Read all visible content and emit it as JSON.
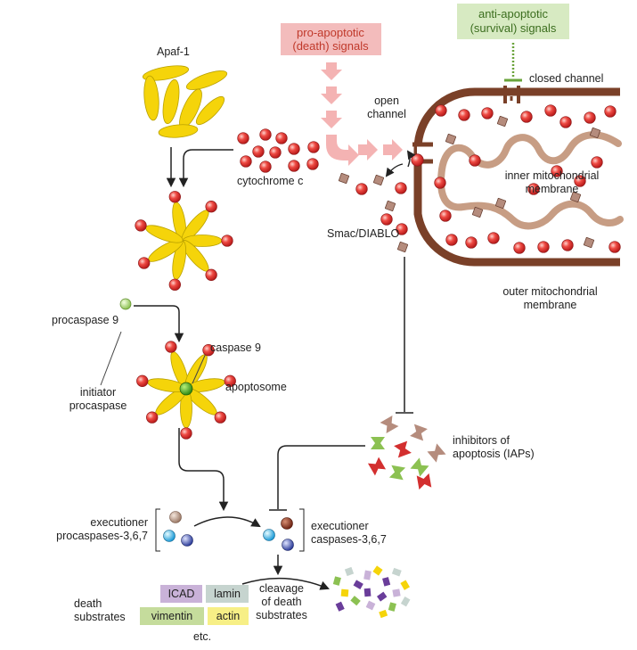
{
  "signals": {
    "pro_apoptotic": [
      "pro-apoptotic",
      "(death) signals"
    ],
    "anti_apoptotic": [
      "anti-apoptotic",
      "(survival) signals"
    ]
  },
  "labels": {
    "apaf1": "Apaf-1",
    "cytochrome_c": "cytochrome c",
    "closed_channel": "closed channel",
    "open_channel": [
      "open",
      "channel"
    ],
    "inner_membrane": [
      "inner mitochondrial",
      "membrane"
    ],
    "outer_membrane": [
      "outer mitochondrial",
      "membrane"
    ],
    "smac": "Smac/DIABLO",
    "procaspase9": "procaspase 9",
    "caspase9": "caspase 9",
    "apoptosome": "apoptosome",
    "initiator": [
      "initiator",
      "procaspase"
    ],
    "iaps": [
      "inhibitors of",
      "apoptosis (IAPs)"
    ],
    "exec_pro": [
      "executioner",
      "procaspases-3,6,7"
    ],
    "exec_cas": [
      "executioner",
      "caspases-3,6,7"
    ],
    "death_substrates": [
      "death",
      "substrates"
    ],
    "cleavage": [
      "cleavage",
      "of death",
      "substrates"
    ],
    "etc": "etc."
  },
  "substrates": {
    "icad": "ICAD",
    "lamin": "lamin",
    "vimentin": "vimentin",
    "actin": "actin"
  },
  "colors": {
    "pro_box": "#f3bcbc",
    "pro_text": "#c0392b",
    "anti_box": "#d7eac2",
    "anti_text": "#3c6e1f",
    "mito_outer": "#7a4028",
    "mito_inner": "#c79d84",
    "yellow": "#f5d40a",
    "red_ball": "#e23b3b",
    "icad": "#c9b2d8",
    "lamin": "#c6d4cf",
    "vimentin": "#c5dc9c",
    "actin": "#f7ef86"
  }
}
